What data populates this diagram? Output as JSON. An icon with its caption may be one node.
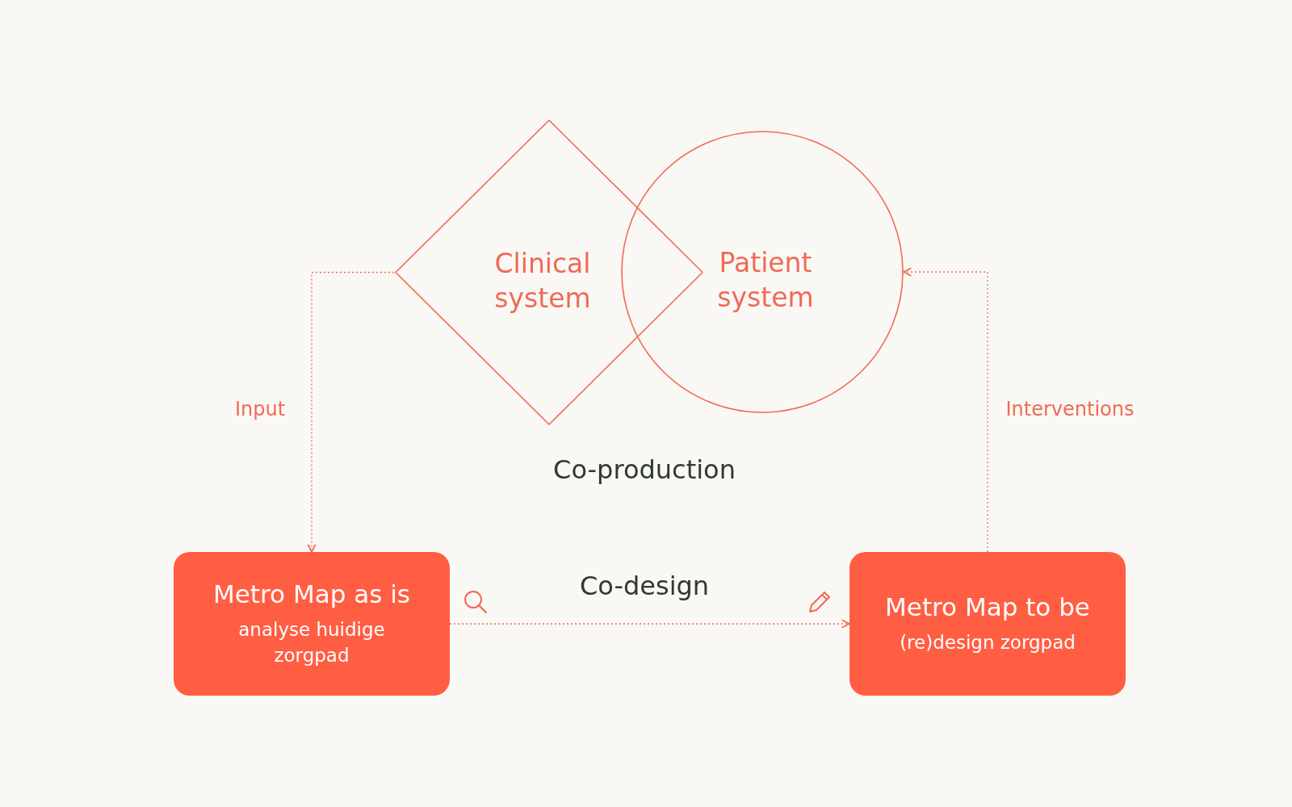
{
  "diagram": {
    "nodes": [
      {
        "text": [
          "Clinical system"
        ]
      },
      {
        "text": [
          "Patient system"
        ]
      },
      {
        "text": [
          "Metro Map as is",
          "analyse huidige zorgpad"
        ]
      },
      {
        "text": [
          "Metro Map to be",
          "(re)design zorgpad"
        ]
      }
    ],
    "edges": [
      {
        "from": 0,
        "to": 2,
        "arrow": "to",
        "label": "Input",
        "style": "dashed"
      },
      {
        "from": 3,
        "to": 1,
        "arrow": "to",
        "label": "Interventions",
        "style": "dashed"
      },
      {
        "from": 2,
        "to": 3,
        "arrow": "to",
        "label": "Co-design",
        "style": "dashed"
      }
    ],
    "labels": [
      "Co-production"
    ]
  }
}
